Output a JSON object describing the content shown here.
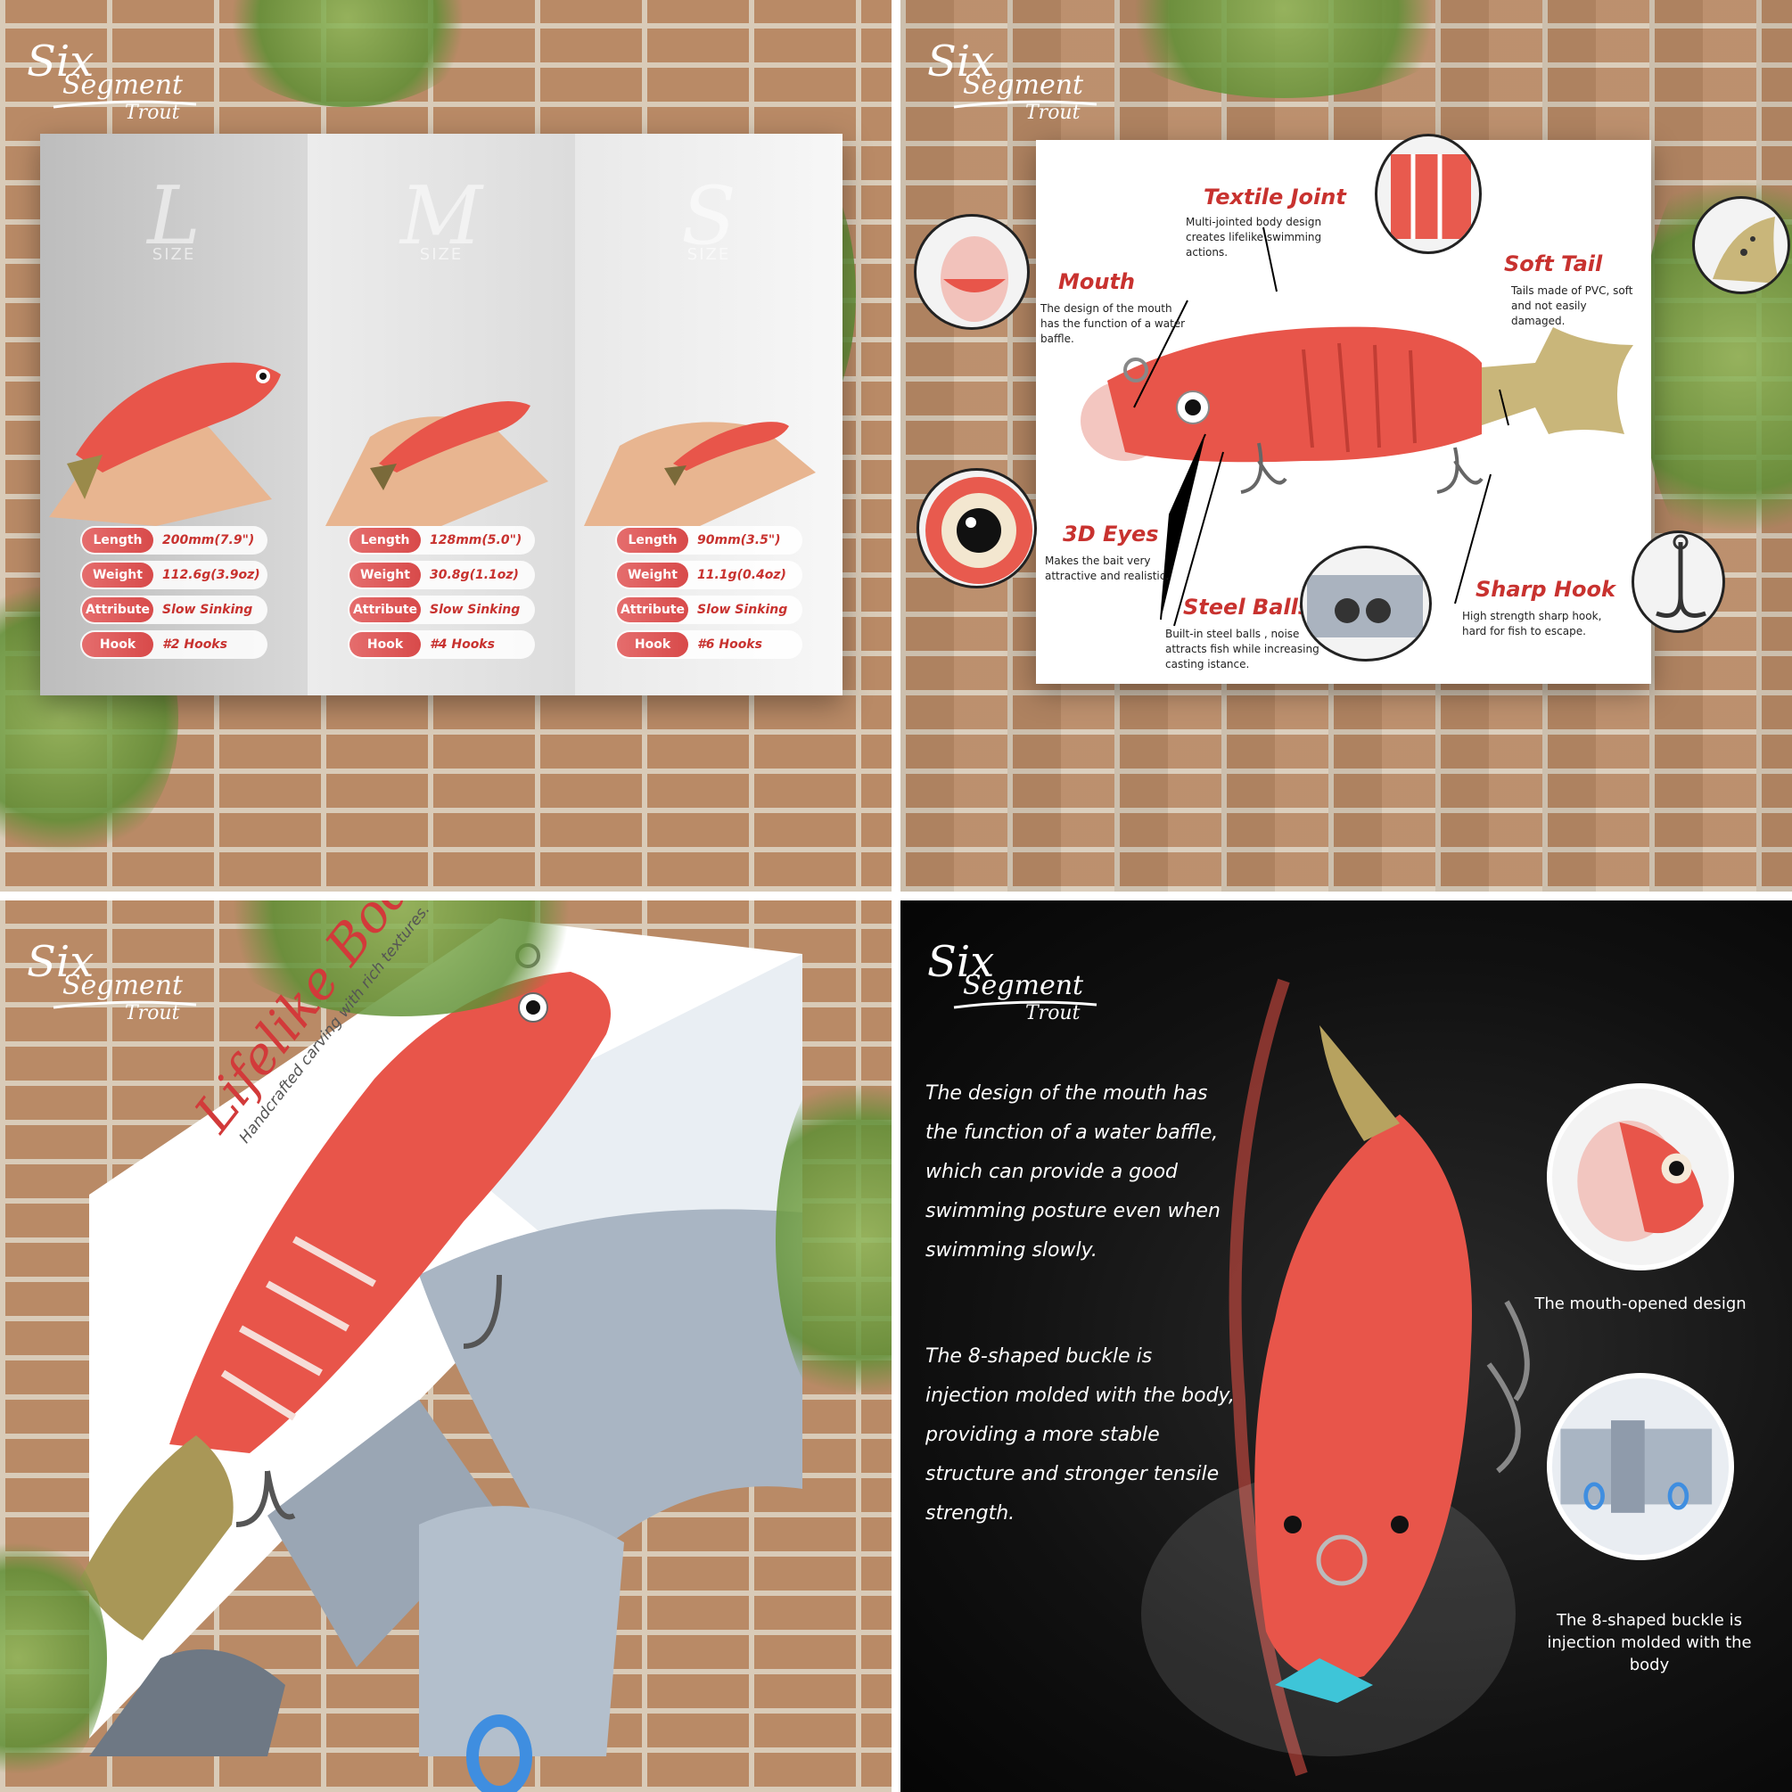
{
  "brand": {
    "logo_line1": "Six",
    "logo_line2": "Segment",
    "logo_line3": "Trout"
  },
  "panel1": {
    "sizes": [
      {
        "letter": "L",
        "word": "SIZE",
        "specs": [
          {
            "key": "Length",
            "value": "200mm(7.9\")"
          },
          {
            "key": "Weight",
            "value": "112.6g(3.9oz)"
          },
          {
            "key": "Attribute",
            "value": "Slow Sinking"
          },
          {
            "key": "Hook",
            "value": "#2 Hooks"
          }
        ]
      },
      {
        "letter": "M",
        "word": "SIZE",
        "specs": [
          {
            "key": "Length",
            "value": "128mm(5.0\")"
          },
          {
            "key": "Weight",
            "value": "30.8g(1.1oz)"
          },
          {
            "key": "Attribute",
            "value": "Slow Sinking"
          },
          {
            "key": "Hook",
            "value": "#4 Hooks"
          }
        ]
      },
      {
        "letter": "S",
        "word": "SIZE",
        "specs": [
          {
            "key": "Length",
            "value": "90mm(3.5\")"
          },
          {
            "key": "Weight",
            "value": "11.1g(0.4oz)"
          },
          {
            "key": "Attribute",
            "value": "Slow Sinking"
          },
          {
            "key": "Hook",
            "value": "#6 Hooks"
          }
        ]
      }
    ]
  },
  "panel2": {
    "textile_joint": {
      "title": "Textile Joint",
      "desc": "Multi-jointed body design creates lifelike swimming actions."
    },
    "mouth": {
      "title": "Mouth",
      "desc": "The design of the mouth has the function of a water baffle."
    },
    "soft_tail": {
      "title": "Soft Tail",
      "desc": "Tails made of PVC, soft and not easily damaged."
    },
    "eyes": {
      "title": "3D Eyes",
      "desc": "Makes the bait very attractive and realistic."
    },
    "steel_balls": {
      "title": "Steel Balls",
      "desc": "Built-in steel balls , noise attracts fish while increasing casting istance."
    },
    "sharp_hook": {
      "title": "Sharp Hook",
      "desc": "High strength sharp hook, hard for fish to escape."
    }
  },
  "panel3": {
    "title": "Lifelike Body",
    "subtitle": "Handcrafted carving with rich textures."
  },
  "panel4": {
    "text1": "The design of the mouth has the function of a water baffle, which can provide a good swimming posture even when swimming slowly.",
    "text2": "The 8-shaped buckle is injection molded with the body, providing a more stable structure and stronger tensile strength.",
    "caption1": "The mouth-opened design",
    "caption2": "The 8-shaped buckle is injection molded with the body"
  },
  "colors": {
    "accent": "#c8322f",
    "brick": "#b98a66",
    "lure_red": "#e8554a",
    "tail": "#b7a25f"
  }
}
